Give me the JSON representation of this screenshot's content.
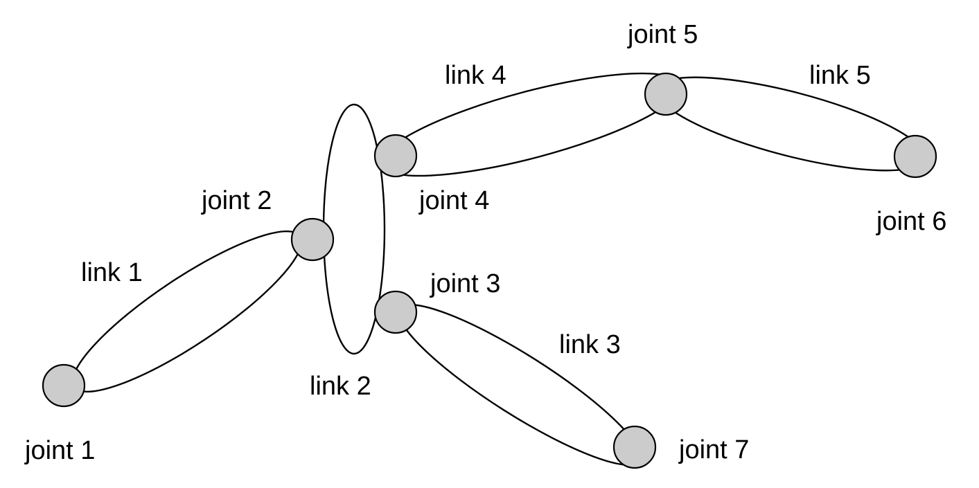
{
  "colors": {
    "joint_fill": "#cccccc",
    "stroke": "#000000",
    "background": "#ffffff"
  },
  "links": [
    {
      "id": "link-1",
      "label": "link 1"
    },
    {
      "id": "link-2",
      "label": "link 2"
    },
    {
      "id": "link-3",
      "label": "link 3"
    },
    {
      "id": "link-4",
      "label": "link 4"
    },
    {
      "id": "link-5",
      "label": "link 5"
    }
  ],
  "joints": [
    {
      "id": "joint-1",
      "label": "joint 1"
    },
    {
      "id": "joint-2",
      "label": "joint 2"
    },
    {
      "id": "joint-3",
      "label": "joint 3"
    },
    {
      "id": "joint-4",
      "label": "joint 4"
    },
    {
      "id": "joint-5",
      "label": "joint 5"
    },
    {
      "id": "joint-6",
      "label": "joint 6"
    },
    {
      "id": "joint-7",
      "label": "joint 7"
    }
  ]
}
